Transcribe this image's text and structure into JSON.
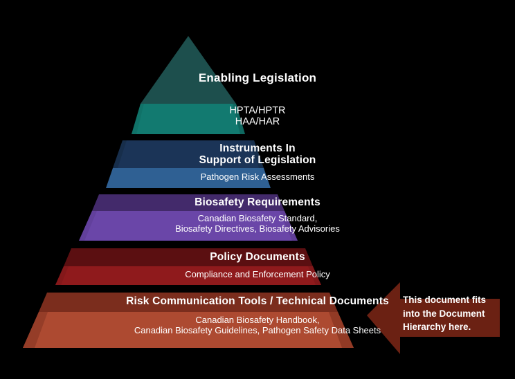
{
  "diagram": {
    "title": "Document Hierarchy Pyramid",
    "background_color": "#000000",
    "tiers": [
      {
        "id": "enabling-legislation",
        "title": "Enabling Legislation",
        "subtitle": "HPTA/HPTR\nHAA/HAR",
        "subtitle_line1": "HPTA/HPTR",
        "subtitle_line2": "HAA/HAR",
        "header_color": "#1d4f4d",
        "body_color": "#127a70",
        "edge_color": "#0d3a38"
      },
      {
        "id": "instruments-in-support-of-legislation",
        "title": "Instruments In Support of Legislation",
        "title_line1": "Instruments In",
        "title_line2": "Support of Legislation",
        "subtitle": "Pathogen Risk Assessments",
        "header_color": "#1b3457",
        "body_color": "#2f6093",
        "edge_color": "#10223b"
      },
      {
        "id": "biosafety-requirements",
        "title": "Biosafety Requirements",
        "subtitle": "Canadian Biosafety Standard, Biosafety Directives, Biosafety Advisories",
        "subtitle_line1": "Canadian Biosafety Standard,",
        "subtitle_line2": "Biosafety Directives, Biosafety Advisories",
        "header_color": "#432a6b",
        "body_color": "#6a46a8",
        "edge_color": "#2b1a47"
      },
      {
        "id": "policy-documents",
        "title": "Policy Documents",
        "subtitle": "Compliance and Enforcement Policy",
        "header_color": "#5b0f11",
        "body_color": "#8f1a1c",
        "edge_color": "#3a090a"
      },
      {
        "id": "risk-communication-tools",
        "title": "Risk Communication Tools / Technical Documents",
        "subtitle": "Canadian Biosafety Handbook, Canadian Biosafety Guidelines, Pathogen Safety Data Sheets",
        "subtitle_line1": "Canadian Biosafety Handbook,",
        "subtitle_line2": "Canadian Biosafety Guidelines, Pathogen Safety Data Sheets",
        "header_color": "#7b2d1d",
        "body_color": "#ad4a31",
        "edge_color": "#4f1c10"
      }
    ]
  },
  "callout": {
    "text": "This document fits into the Document Hierarchy here.",
    "line1": "This document fits",
    "line2": "into the Document",
    "line3": "Hierarchy here.",
    "fill_color": "#6b2113",
    "text_color": "#ffffff",
    "direction": "left"
  }
}
